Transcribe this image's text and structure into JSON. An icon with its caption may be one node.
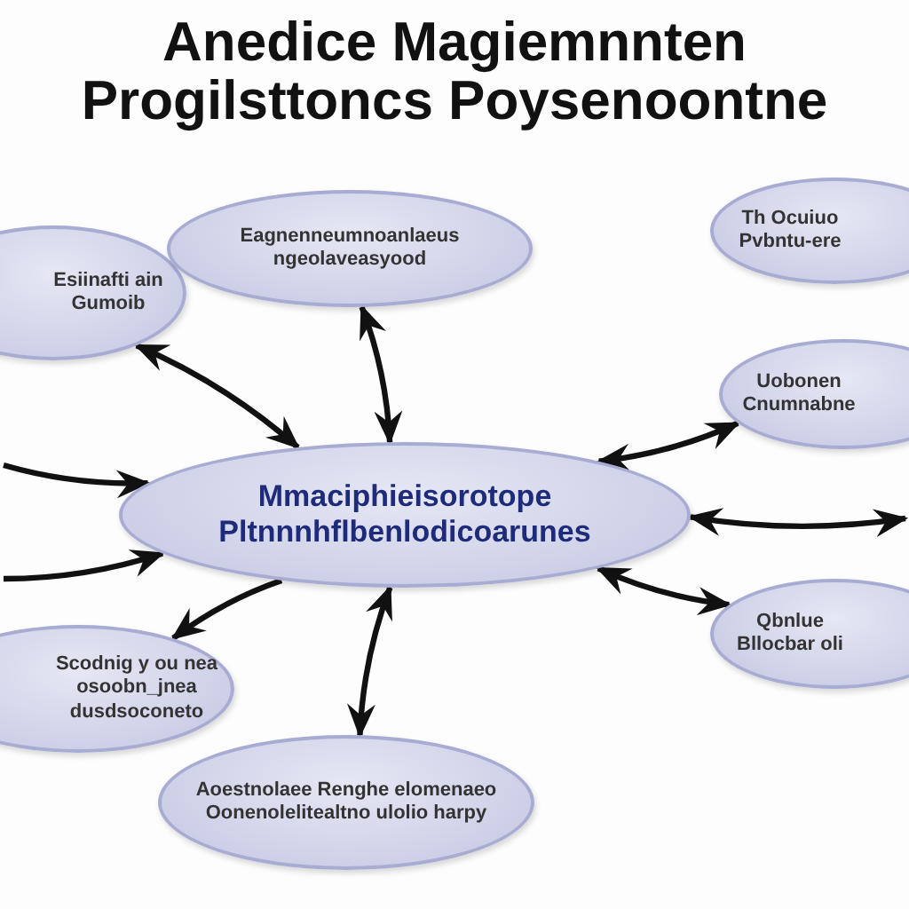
{
  "diagram": {
    "title": "Anedice Magiemnnten Progilsttoncs Poysenoontne",
    "nodes": [
      {
        "text": [
          "Mmaciphieisorotope Pltnnnhflbenlodicoarunes"
        ]
      },
      {
        "text": [
          "Esiinafti ain Gumoib"
        ]
      },
      {
        "text": [
          "Eagnenneumnoanlaeus ngeolaveasyood"
        ]
      },
      {
        "text": [
          "Th Ocuiuo Pvbntu-ere"
        ]
      },
      {
        "text": [
          "Uobonen Cnumnabne"
        ]
      },
      {
        "text": [
          "Qbnlue Bllocbar oli"
        ]
      },
      {
        "text": [
          "Scodnig y ou nea osoobn_jnea dusdsoconeto"
        ]
      },
      {
        "text": [
          "Aoestnolaee Renghe elomenaeo Oonenolelitealtno ulolio harpy"
        ]
      }
    ],
    "edges": [
      {
        "from": 0,
        "to": 1,
        "arrow": "both"
      },
      {
        "from": 0,
        "to": 2,
        "arrow": "both"
      },
      {
        "from": 0,
        "to": 4,
        "arrow": "both"
      },
      {
        "from": 0,
        "to": null,
        "arrow": "both"
      },
      {
        "from": 0,
        "to": 5,
        "arrow": "both"
      },
      {
        "from": 0,
        "to": 7,
        "arrow": "both"
      },
      {
        "from": 0,
        "to": 6,
        "arrow": "to"
      },
      {
        "from": null,
        "to": 0,
        "arrow": "to"
      },
      {
        "from": null,
        "to": 0,
        "arrow": "to"
      }
    ]
  }
}
